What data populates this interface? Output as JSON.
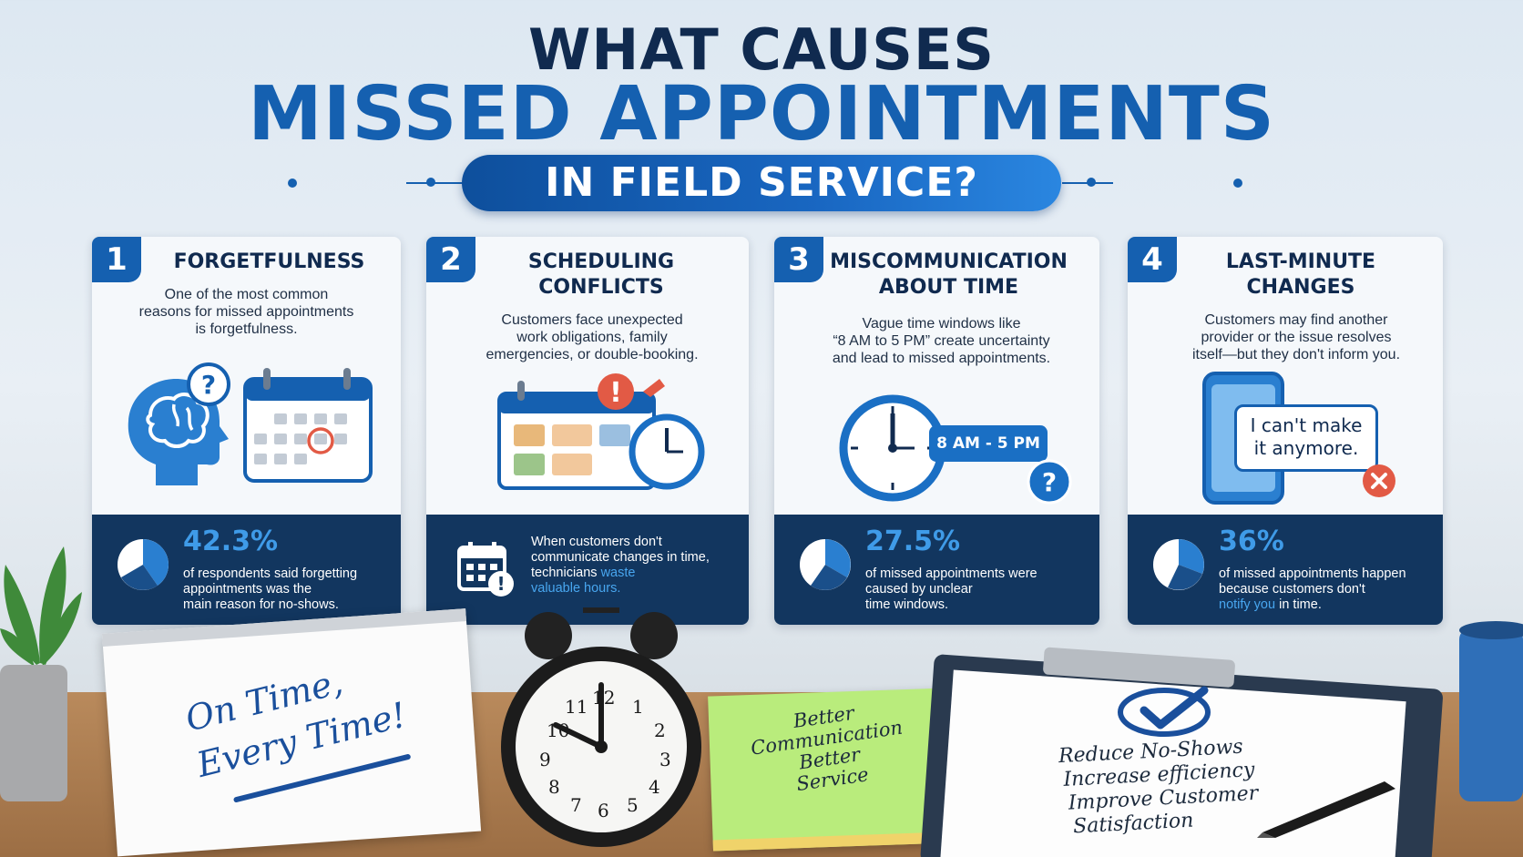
{
  "header": {
    "line1": "WHAT CAUSES",
    "line2": "MISSED APPOINTMENTS",
    "line3": "IN FIELD SERVICE?"
  },
  "cards": [
    {
      "number": "1",
      "title": "FORGETFULNESS",
      "description": [
        "One of the most common",
        "reasons for missed appointments",
        "is forgetfulness."
      ],
      "stat": "42.3%",
      "stat_lines": [
        "of respondents said forgetting",
        "appointments was the",
        "main reason for no-shows."
      ],
      "icon": "brain-head-icon"
    },
    {
      "number": "2",
      "title_lines": [
        "SCHEDULING",
        "CONFLICTS"
      ],
      "description": [
        "Customers face unexpected",
        "work obligations, family",
        "emergencies, or double-booking."
      ],
      "foot_lines": [
        "When customers don't",
        "communicate changes in time,"
      ],
      "foot_line3_pre": "technicians ",
      "foot_line3_hl": "waste",
      "foot_line4_hl": "valuable hours.",
      "icon": "calendar-clock-icon"
    },
    {
      "number": "3",
      "title_lines": [
        "MISCOMMUNICATION",
        "ABOUT TIME"
      ],
      "description": [
        "Vague time windows like",
        "“8 AM to 5 PM” create uncertainty",
        "and lead to missed appointments."
      ],
      "badge": "8 AM - 5 PM",
      "stat": "27.5%",
      "stat_lines": [
        "of missed appointments were",
        "caused by unclear",
        "time windows."
      ],
      "icon": "clock-icon"
    },
    {
      "number": "4",
      "title_lines": [
        "LAST-MINUTE",
        "CHANGES"
      ],
      "description": [
        "Customers may find another",
        "provider or the issue resolves",
        "itself—but they don't inform you."
      ],
      "bubble_lines": [
        "I can't make",
        "it anymore."
      ],
      "stat": "36%",
      "stat_lines": [
        "of missed appointments happen",
        "because customers don't"
      ],
      "stat_line3_hl": "notify you",
      "stat_line3_post": " in time.",
      "icon": "phone-icon"
    }
  ],
  "desk": {
    "notepad_lines": [
      "On Time,",
      "Every Time!"
    ],
    "sticky_lines": [
      "Better",
      "Communication",
      "Better",
      "Service"
    ],
    "clipboard_lines": [
      "Reduce No-Shows",
      "Increase efficiency",
      "Improve Customer",
      "Satisfaction"
    ],
    "clock_numbers": [
      "12",
      "1",
      "2",
      "3",
      "4",
      "5",
      "6",
      "7",
      "8",
      "9",
      "10",
      "11"
    ]
  },
  "colors": {
    "navy": "#102a4f",
    "blue": "#1560b0",
    "footer": "#12365f",
    "accent": "#48a6ef",
    "alert": "#e25a45"
  }
}
